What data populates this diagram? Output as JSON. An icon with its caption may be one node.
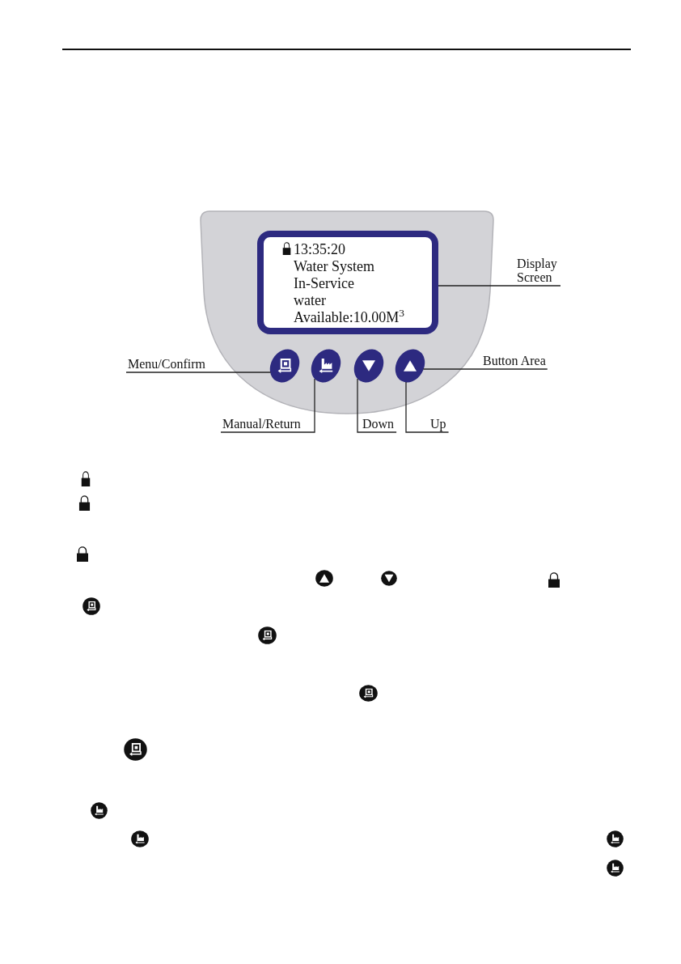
{
  "diagram": {
    "nodes": [
      {
        "text": [],
        "shape": "box"
      },
      {
        "text": [
          "13:35:20",
          "Water System",
          "In-Service",
          "water",
          "Available:10.00M$^{3}$"
        ],
        "in": 0
      },
      {
        "text": [
          "Display Screen"
        ]
      },
      {
        "text": [
          "Menu/Confirm"
        ]
      },
      {
        "text": [],
        "shape": "circle",
        "in": 0
      },
      {
        "text": [],
        "shape": "circle",
        "in": 0
      },
      {
        "text": [],
        "shape": "circle",
        "in": 0
      },
      {
        "text": [],
        "shape": "circle",
        "in": 0
      },
      {
        "text": [
          "Button Area"
        ]
      },
      {
        "text": [
          "Manual/Return"
        ]
      },
      {
        "text": [
          "Down"
        ]
      },
      {
        "text": [
          "Up"
        ]
      }
    ],
    "edges": [
      {
        "from": 2,
        "to": 1,
        "arrow": "none"
      },
      {
        "from": 3,
        "to": 4,
        "arrow": "none"
      },
      {
        "from": 8,
        "to": 7,
        "arrow": "none"
      },
      {
        "from": 9,
        "to": 5,
        "arrow": "none"
      },
      {
        "from": 10,
        "to": 6,
        "arrow": "none"
      },
      {
        "from": 11,
        "to": 7,
        "arrow": "none"
      }
    ]
  }
}
